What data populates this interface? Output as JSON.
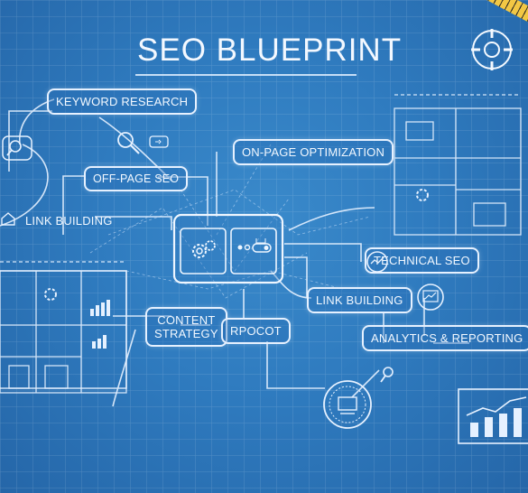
{
  "title": "SEO BLUEPRINT",
  "nodes": {
    "keyword_research": "KEYWORD RESEARCH",
    "off_page_seo": "OFF-PAGE SEO",
    "link_building_left": "LINK BUILDING",
    "on_page_optimization": "ON-PAGE OPTIMIZATION",
    "technical_seo": "TECHNICAL SEO",
    "link_building_right": "LINK BUILDING",
    "analytics_reporting": "ANALYTICS & REPORTING",
    "content_strategy": "CONTENT\nSTRATEGY",
    "rpocot": "RPOCOT"
  },
  "icons": {
    "search_left": "magnifier-icon",
    "search_top": "magnifier-icon",
    "tag": "tag-icon",
    "house": "house-icon",
    "gears": "gears-icon",
    "toggle": "toggle-icon",
    "globe": "globe-icon",
    "chart_tiny": "chart-icon",
    "pin": "pin-icon",
    "wrench": "wrench-icon",
    "compass": "compass-icon",
    "bar_chart": "bar-chart-icon"
  },
  "colors": {
    "background": "#2f7bbf",
    "lines": "#e6f1ff"
  }
}
